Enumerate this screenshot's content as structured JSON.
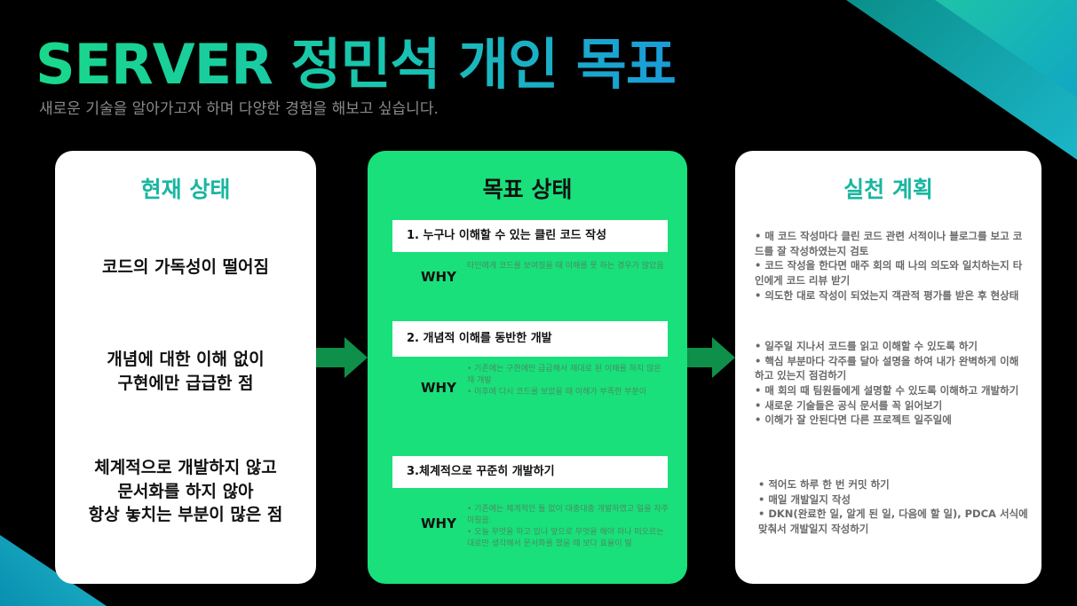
{
  "header": {
    "title": "SERVER 정민석 개인 목표",
    "subtitle": "새로운 기술을 알아가고자 하며 다양한 경험을 해보고 싶습니다."
  },
  "current": {
    "title": "현재 상태",
    "item1": "코드의 가독성이 떨어짐",
    "item2_l1": "개념에 대한 이해 없이",
    "item2_l2": "구현에만 급급한 점",
    "item3_l1": "체계적으로 개발하지 않고",
    "item3_l2": "문서화를 하지 않아",
    "item3_l3": "항상 놓치는 부분이 많은 점"
  },
  "goal": {
    "title": "목표 상태",
    "g1": "1.  누구나 이해할 수 있는 클린 코드 작성",
    "g2": "2. 개념적 이해를 동반한 개발",
    "g3": "3.체계적으로 꾸준히 개발하기",
    "why": "WHY",
    "why1": "타인에게 코드를 보여줬을 때 이해를 못 하는 경우가 많았음",
    "why2_l1": "• 기존에는 구현에만 급급해서 제대로 된 이해를 하지 않은 채 개발",
    "why2_l2": "• 이후에 다시 코드를 보았을 때 이해가 부족한 부분이",
    "why3_l1": "• 기존에는 체계적인 틀 없이 대충대충 개발하였고 일을 자주 미뤘음.",
    "why3_l2": "• 오늘 무엇을 하고 있나 앞으로 무엇을 해야 하나 떠오르는 대로만 생각해서 문서화를 했을 때 보다 효율이 떨"
  },
  "plan": {
    "title": "실천 계획",
    "p1_l1": "• 매 코드 작성마다 클린 코드 관련 서적이나 블로그를 보고 코드를 잘 작성하였는지 검토",
    "p1_l2": "• 코드 작성을 한다면 매주 회의 때 나의 의도와 일치하는지 타인에게 코드 리뷰 받기",
    "p1_l3": "• 의도한 대로 작성이 되었는지 객관적 평가를 받은 후 현상태",
    "p2_l1": "• 일주일 지나서 코드를 읽고 이해할 수 있도록 하기",
    "p2_l2": "• 핵심 부분마다 각주를 달아 설명을 하여 내가 완벽하게 이해하고 있는지 점검하기",
    "p2_l3": "• 매 회의 때 팀원들에게 설명할 수 있도록 이해하고 개발하기",
    "p2_l4": "• 새로운 기술들은 공식 문서를 꼭 읽어보기",
    "p2_l5": "• 이해가 잘 안된다면 다른 프로젝트 일주일에",
    "p3_l1": "• 적어도 하루 한 번 커밋 하기",
    "p3_l2": "• 매일 개발일지 작성",
    "p3_l3": "• DKN(완료한 일, 알게 된 일, 다음에 할 일), PDCA 서식에 맞춰서 개발일지 작성하기"
  },
  "colors": {
    "accent_green": "#19e07a",
    "title_teal": "#19b6a0",
    "arrow_green": "#0e8f4a"
  }
}
